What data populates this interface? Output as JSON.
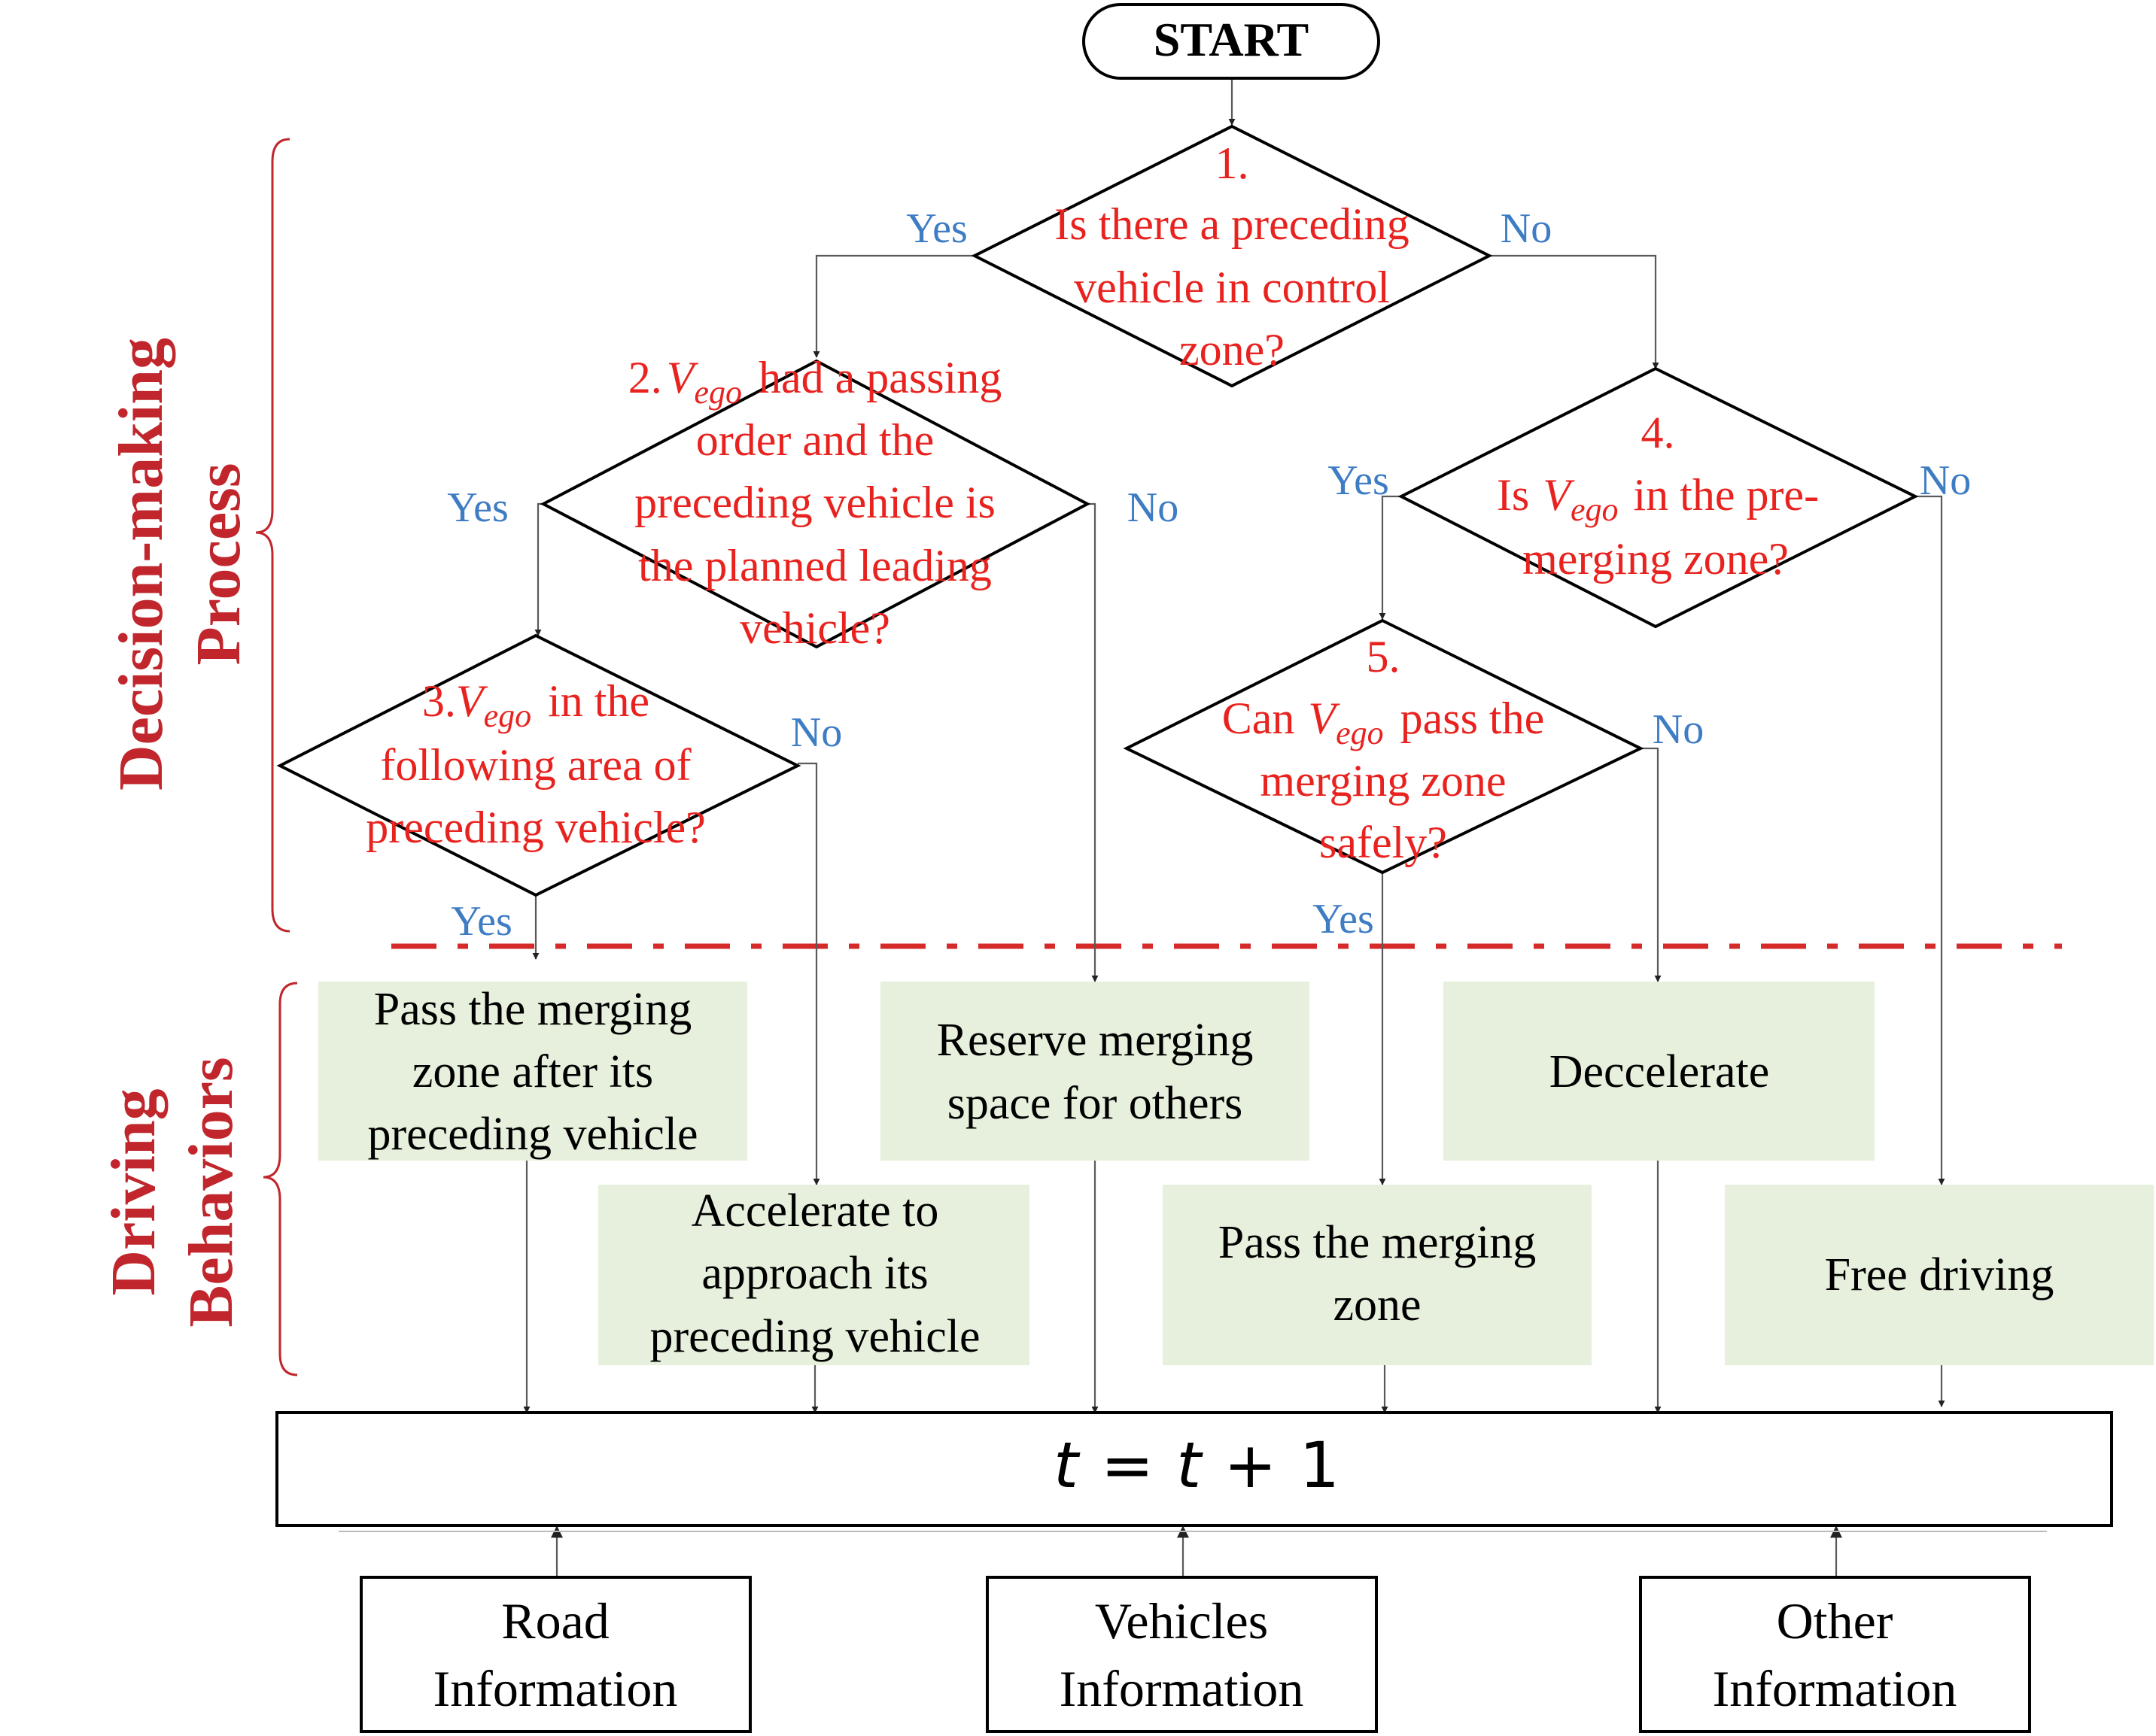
{
  "start": "START",
  "sections": {
    "decision": [
      "Decision-making",
      "Process"
    ],
    "behaviors": [
      "Driving",
      "Behaviors"
    ]
  },
  "decisions": [
    {
      "number": "1.",
      "lines": [
        "Is there a preceding",
        "vehicle in control",
        "zone?"
      ],
      "yes": "Yes",
      "no": "No"
    },
    {
      "number": "2.",
      "vego": "V",
      "vego_sub": "ego",
      "rest": "had a passing",
      "lines": [
        "order and the",
        "preceding vehicle is",
        "the planned leading",
        "vehicle?"
      ],
      "yes": "Yes",
      "no": "No"
    },
    {
      "number": "3.",
      "vego": "V",
      "vego_sub": "ego",
      "rest": "in the",
      "lines": [
        "following area of",
        "preceding vehicle?"
      ],
      "yes": "Yes",
      "no": "No"
    },
    {
      "number": "4.",
      "pre": "Is",
      "vego": "V",
      "vego_sub": "ego",
      "rest": "in the pre-",
      "lines": [
        "merging zone?"
      ],
      "yes": "Yes",
      "no": "No"
    },
    {
      "number": "5.",
      "pre": "Can",
      "vego": "V",
      "vego_sub": "ego",
      "rest": "pass the",
      "lines": [
        "merging zone",
        "safely?"
      ],
      "yes": "Yes",
      "no": "No"
    }
  ],
  "behaviors": [
    {
      "id": "pass-after-preceding",
      "lines": [
        "Pass the merging",
        "zone after its",
        "preceding vehicle"
      ]
    },
    {
      "id": "accelerate",
      "lines": [
        "Accelerate to",
        "approach its",
        "preceding vehicle"
      ]
    },
    {
      "id": "reserve-space",
      "lines": [
        "Reserve merging",
        "space for others"
      ]
    },
    {
      "id": "pass-merging-zone",
      "lines": [
        "Pass the merging",
        "zone"
      ]
    },
    {
      "id": "decelerate",
      "lines": [
        "Deccelerate"
      ]
    },
    {
      "id": "free-driving",
      "lines": [
        "Free driving"
      ]
    }
  ],
  "time_update": {
    "t1": "t",
    "eq": "=",
    "t2": "t",
    "plus": "+",
    "one": "1"
  },
  "inputs": [
    {
      "id": "road",
      "lines": [
        "Road",
        "Information"
      ]
    },
    {
      "id": "vehicles",
      "lines": [
        "Vehicles",
        "Information"
      ]
    },
    {
      "id": "other",
      "lines": [
        "Other",
        "Information"
      ]
    }
  ],
  "colors": {
    "question": "#e8231f",
    "yes_no": "#3e7cc4",
    "section_label": "#c0262c",
    "behavior_fill": "#e6f0dc",
    "divider": "#d42a2a"
  }
}
